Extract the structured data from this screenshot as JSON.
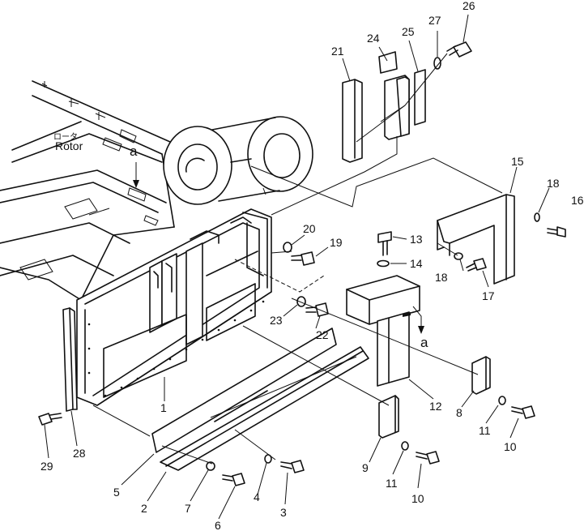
{
  "annotations": {
    "rotor_jp": "ロータ",
    "rotor_en": "Rotor",
    "view_ref_a_top": "a",
    "view_ref_a_bottom": "a",
    "page_edge_label": "16"
  },
  "parts": [
    {
      "id": "p1",
      "number": "1"
    },
    {
      "id": "p2",
      "number": "2"
    },
    {
      "id": "p3",
      "number": "3"
    },
    {
      "id": "p4",
      "number": "4"
    },
    {
      "id": "p5",
      "number": "5"
    },
    {
      "id": "p6",
      "number": "6"
    },
    {
      "id": "p7",
      "number": "7"
    },
    {
      "id": "p8",
      "number": "8"
    },
    {
      "id": "p9",
      "number": "9"
    },
    {
      "id": "p10a",
      "number": "10"
    },
    {
      "id": "p10b",
      "number": "10"
    },
    {
      "id": "p11a",
      "number": "11"
    },
    {
      "id": "p11b",
      "number": "11"
    },
    {
      "id": "p12",
      "number": "12"
    },
    {
      "id": "p13",
      "number": "13"
    },
    {
      "id": "p14",
      "number": "14"
    },
    {
      "id": "p15",
      "number": "15"
    },
    {
      "id": "p17",
      "number": "17"
    },
    {
      "id": "p18a",
      "number": "18"
    },
    {
      "id": "p18b",
      "number": "18"
    },
    {
      "id": "p19",
      "number": "19"
    },
    {
      "id": "p20",
      "number": "20"
    },
    {
      "id": "p21",
      "number": "21"
    },
    {
      "id": "p22",
      "number": "22"
    },
    {
      "id": "p23",
      "number": "23"
    },
    {
      "id": "p24",
      "number": "24"
    },
    {
      "id": "p25",
      "number": "25"
    },
    {
      "id": "p26",
      "number": "26"
    },
    {
      "id": "p27",
      "number": "27"
    },
    {
      "id": "p28",
      "number": "28"
    },
    {
      "id": "p29",
      "number": "29"
    }
  ]
}
